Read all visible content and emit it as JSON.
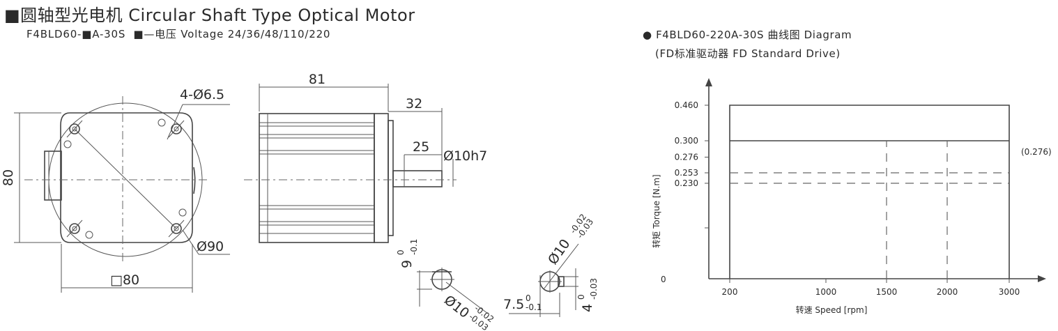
{
  "header": {
    "title": "■圆轴型光电机 Circular Shaft Type Optical Motor",
    "model_code": "F4BLD60-■A-30S",
    "voltage_note": "■—电压 Voltage 24/36/48/110/220"
  },
  "drawing": {
    "front": {
      "mount_holes": "4-Ø6.5",
      "height": "80",
      "square": "□80",
      "pilot": "Ø90"
    },
    "side": {
      "length": "81",
      "shaft_total": "32",
      "shaft_len": "25",
      "shaft_dia": "Ø10h7"
    },
    "section_a": {
      "flat": "9",
      "flat_up": "0",
      "flat_low": "-0.1",
      "dia": "Ø10",
      "dia_up": "-0.02",
      "dia_low": "-0.03"
    },
    "section_b": {
      "dia": "Ø10",
      "dia_up": "-0.02",
      "dia_low": "-0.03",
      "key": "7.5",
      "key_up": "0",
      "key_low": "-0.1",
      "width": "4",
      "width_up": "0",
      "width_low": "-0.03"
    }
  },
  "diagram": {
    "title": "F4BLD60-220A-30S 曲线图 Diagram",
    "subtitle": "(FD标准驱动器 FD Standard Drive)",
    "annotation": "(0.276)",
    "origin_label": "0"
  },
  "chart_data": {
    "type": "line",
    "xlabel": "转速 Speed [rpm]",
    "ylabel": "转矩 Torque [N.m]",
    "x_ticks": [
      "200",
      "1000",
      "1500",
      "2000",
      "3000"
    ],
    "y_ticks": [
      "0.460",
      "0.300",
      "0.276",
      "0.253",
      "0.230"
    ],
    "xlim": [
      200,
      3000
    ],
    "series": [
      {
        "x": [
          200,
          200,
          3000,
          3000
        ],
        "y": [
          0,
          0.46,
          0.46,
          0
        ],
        "style": "solid"
      },
      {
        "x": [
          200,
          3000
        ],
        "y": [
          0.3,
          0.3
        ],
        "style": "solid"
      },
      {
        "x": [
          200,
          3000
        ],
        "y": [
          0.253,
          0.253
        ],
        "style": "dashed"
      },
      {
        "x": [
          200,
          3000
        ],
        "y": [
          0.23,
          0.23
        ],
        "style": "dashed"
      },
      {
        "x": [
          1500,
          1500
        ],
        "y": [
          0,
          0.3
        ],
        "style": "dashed"
      },
      {
        "x": [
          2000,
          2000
        ],
        "y": [
          0,
          0.3
        ],
        "style": "dashed"
      }
    ],
    "colors": {
      "line": "#444444"
    }
  }
}
